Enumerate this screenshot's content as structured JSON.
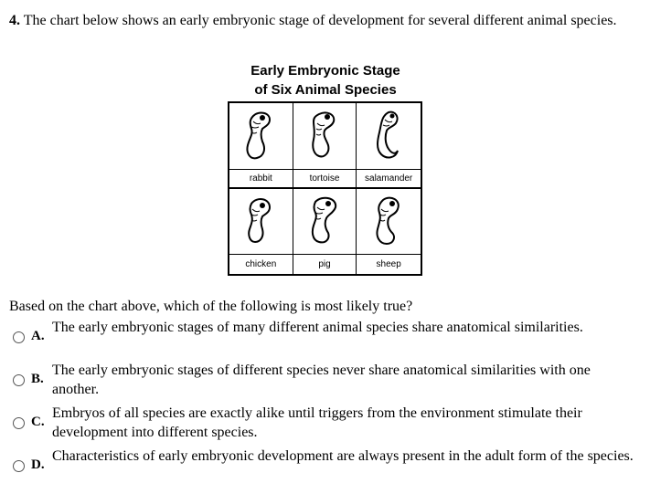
{
  "question": {
    "number": "4.",
    "stem": "The chart below shows an early embryonic stage of development for several different animal species."
  },
  "chart": {
    "title_line1": "Early Embryonic Stage",
    "title_line2": "of Six Animal Species",
    "labels": [
      "rabbit",
      "tortoise",
      "salamander",
      "chicken",
      "pig",
      "sheep"
    ]
  },
  "prompt": "Based on the chart above, which of the following is most likely true?",
  "options": [
    {
      "letter": "A.",
      "text": "The early embryonic stages of many different animal species share anatomical similarities."
    },
    {
      "letter": "B.",
      "text": "The early embryonic stages of different species never share anatomical similarities with one another."
    },
    {
      "letter": "C.",
      "text": "Embryos of all species are exactly alike until triggers from the environment stimulate their development into different species."
    },
    {
      "letter": "D.",
      "text": "Characteristics of early embryonic development are always present in the adult form of the species."
    }
  ]
}
